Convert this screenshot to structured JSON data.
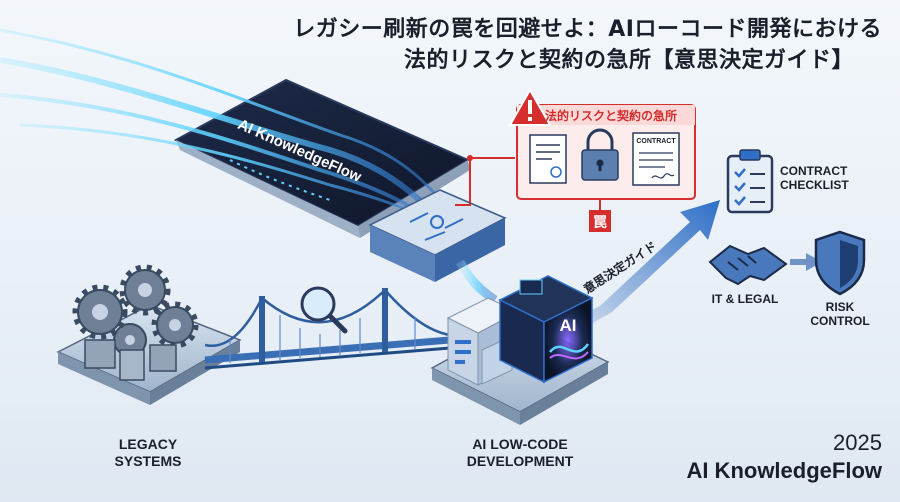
{
  "title": {
    "line1": "レガシー刷新の罠を回避せよ：AIローコード開発における",
    "line2": "法的リスクと契約の急所【意思決定ガイド】"
  },
  "device_label": "AI KnowledgeFlow",
  "risk_panel": {
    "label": "法的リスクと契約の急所",
    "contract_doc_label": "CONTRACT"
  },
  "trap_tag": "罠",
  "decision_label": "意思決定ガイド",
  "checklist_label": "CONTRACT\nCHECKLIST",
  "it_legal_label": "IT & LEGAL",
  "risk_control_label": "RISK\nCONTROL",
  "ai_cube_label": "AI",
  "legacy_label": "LEGACY\nSYSTEMS",
  "lowcode_label": "AI LOW-CODE\nDEVELOPMENT",
  "year": "2025",
  "brand": "AI KnowledgeFlow",
  "colors": {
    "accent_blue": "#2f6fc7",
    "dark_navy": "#16243f",
    "warning_red": "#d62d2d",
    "glow_cyan": "#5fd3ff"
  }
}
